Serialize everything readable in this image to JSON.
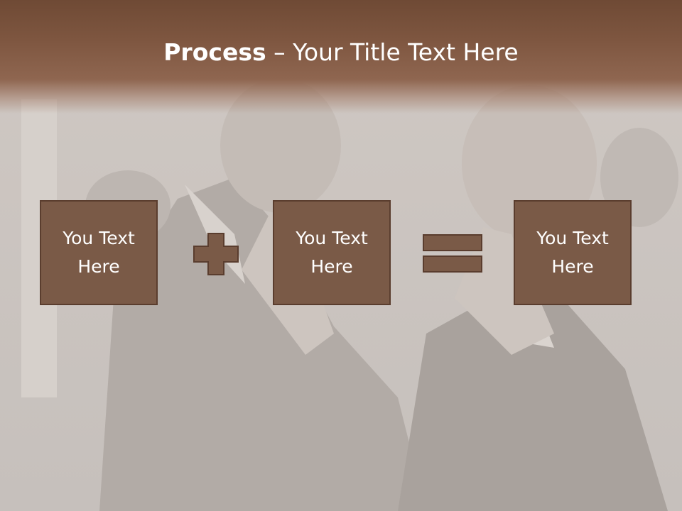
{
  "title": {
    "bold": "Process",
    "rest": " – Your Title Text Here"
  },
  "boxes": [
    {
      "text": "You Text\nHere"
    },
    {
      "text": "You Text\nHere"
    },
    {
      "text": "You Text\nHere"
    }
  ],
  "operators": [
    "plus",
    "equals"
  ],
  "colors": {
    "title_band": "#7e5640",
    "box_fill": "#7a5a47",
    "box_border": "#5a3d2e",
    "background": "#c9c3bf"
  }
}
